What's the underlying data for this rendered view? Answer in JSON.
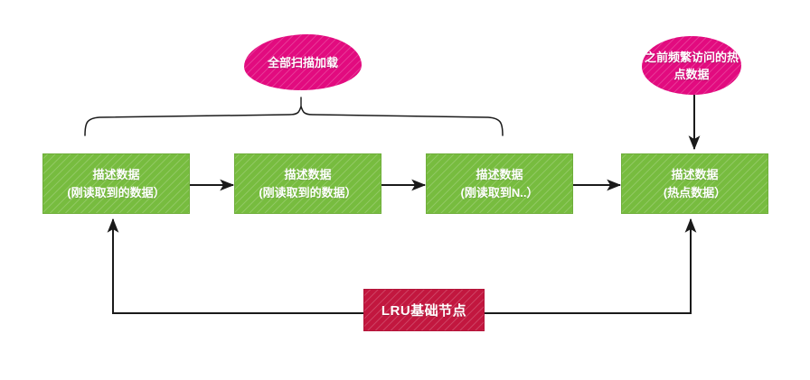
{
  "diagram": {
    "title_text": "",
    "colors": {
      "node_green": "#77bc3f",
      "blob_pink": "#e20b7f",
      "lru_crimson": "#c2173f",
      "wire_black": "#1a1a1a",
      "page_background": "#ffffff"
    },
    "annotations": [
      {
        "id": "scan-all-load",
        "shape": "ellipse",
        "color": "#e20b7f",
        "lines": [
          "全部扫描加载"
        ]
      },
      {
        "id": "previously-hot-data",
        "shape": "ellipse",
        "color": "#e20b7f",
        "lines": [
          "之前频繁访问的热",
          "点数据"
        ]
      }
    ],
    "nodes": [
      {
        "id": "node-1",
        "lines": [
          "描述数据",
          "(刚读取到的数据）"
        ]
      },
      {
        "id": "node-2",
        "lines": [
          "描述数据",
          "(刚读取到的数据）"
        ]
      },
      {
        "id": "node-3",
        "lines": [
          "描述数据",
          "(刚读取到N..）"
        ]
      },
      {
        "id": "node-4",
        "lines": [
          "描述数据",
          "(热点数据）"
        ]
      }
    ],
    "lru": {
      "id": "lru-base-node",
      "label": "LRU基础节点"
    },
    "connectors": [
      {
        "id": "brace-top-left-group",
        "kind": "curly-brace",
        "points_to": "scan-all-load"
      },
      {
        "id": "arrow-blob-to-node-4",
        "kind": "arrow",
        "from": "previously-hot-data",
        "to": "node-4"
      },
      {
        "id": "arrow-node-1-to-node-2",
        "kind": "arrow",
        "from": "node-1",
        "to": "node-2"
      },
      {
        "id": "arrow-node-2-to-node-3",
        "kind": "arrow",
        "from": "node-2",
        "to": "node-3"
      },
      {
        "id": "arrow-node-3-to-node-4",
        "kind": "arrow",
        "from": "node-3",
        "to": "node-4"
      },
      {
        "id": "arrow-lru-to-node-1",
        "kind": "arrow",
        "from": "lru-base-node",
        "to": "node-1"
      },
      {
        "id": "arrow-lru-to-node-4",
        "kind": "arrow",
        "from": "lru-base-node",
        "to": "node-4"
      }
    ]
  }
}
